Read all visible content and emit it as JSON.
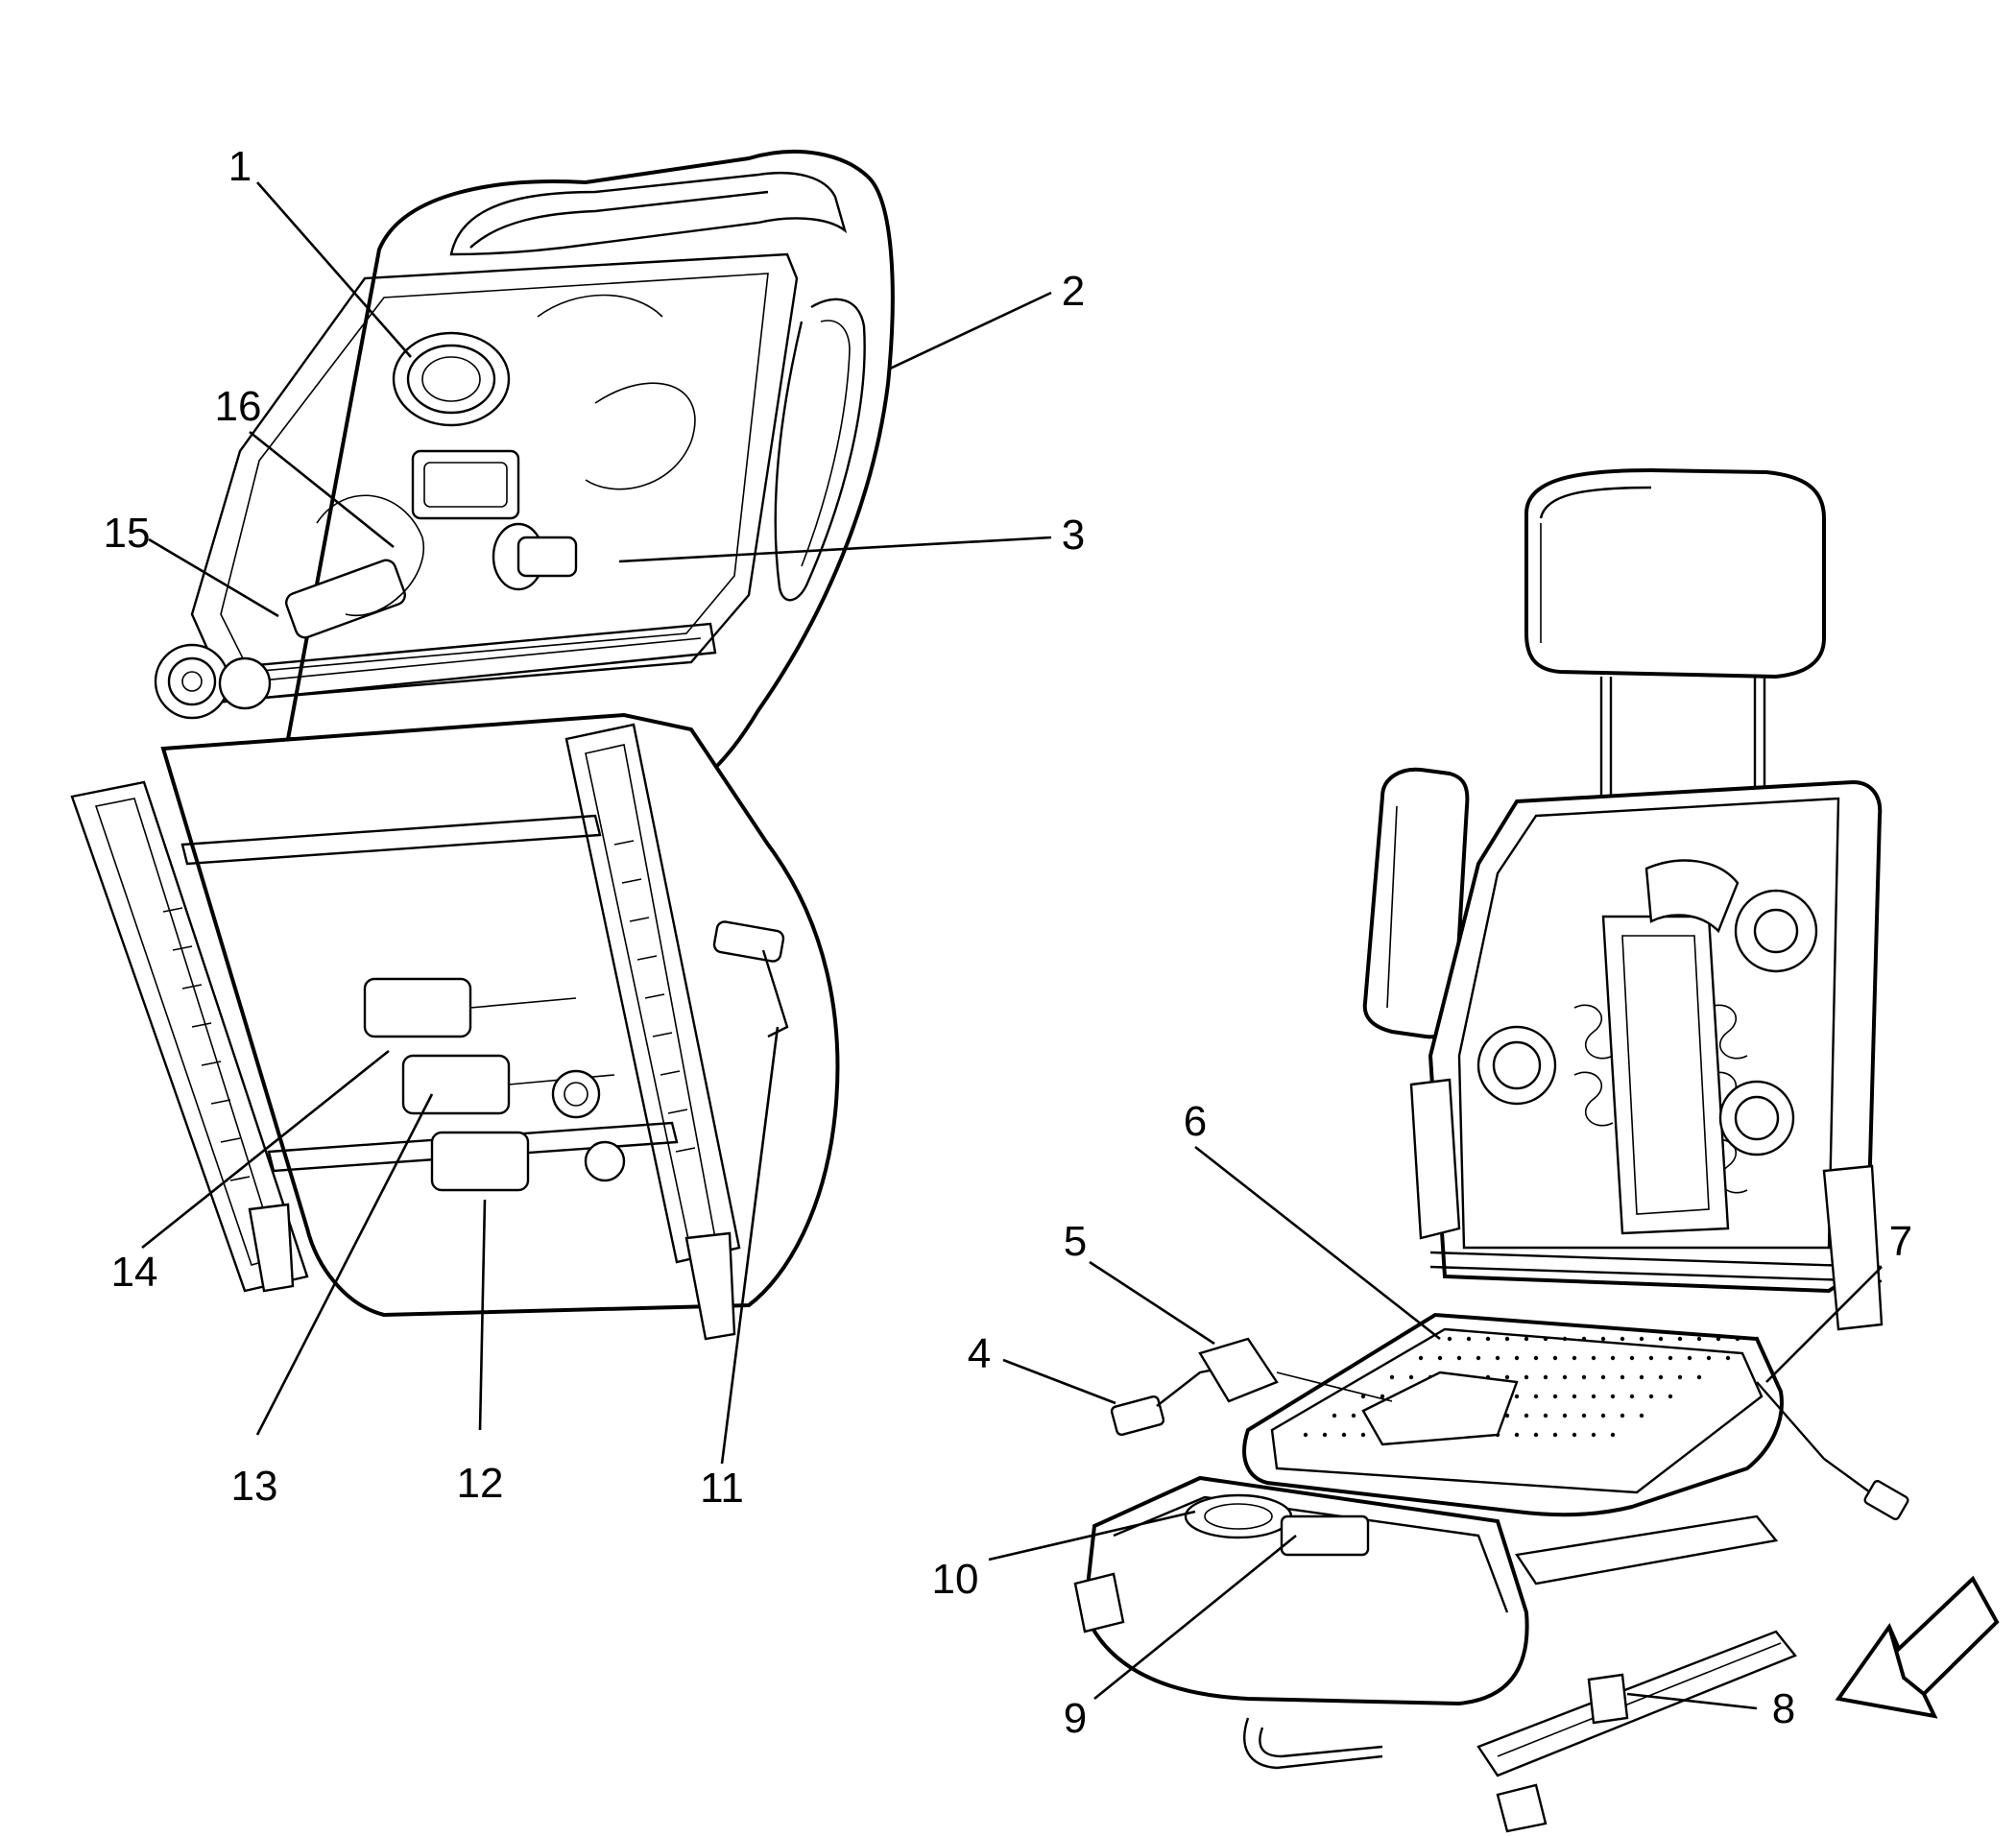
{
  "callouts": [
    {
      "id": "1",
      "label": "1"
    },
    {
      "id": "2",
      "label": "2"
    },
    {
      "id": "3",
      "label": "3"
    },
    {
      "id": "4",
      "label": "4"
    },
    {
      "id": "5",
      "label": "5"
    },
    {
      "id": "6",
      "label": "6"
    },
    {
      "id": "7",
      "label": "7"
    },
    {
      "id": "8",
      "label": "8"
    },
    {
      "id": "9",
      "label": "9"
    },
    {
      "id": "10",
      "label": "10"
    },
    {
      "id": "11",
      "label": "11"
    },
    {
      "id": "12",
      "label": "12"
    },
    {
      "id": "13",
      "label": "13"
    },
    {
      "id": "14",
      "label": "14"
    },
    {
      "id": "15",
      "label": "15"
    },
    {
      "id": "16",
      "label": "16"
    }
  ],
  "icons": {
    "direction_arrow": "front-direction-arrow-icon"
  },
  "colors": {
    "line": "#000000",
    "background": "#ffffff"
  }
}
